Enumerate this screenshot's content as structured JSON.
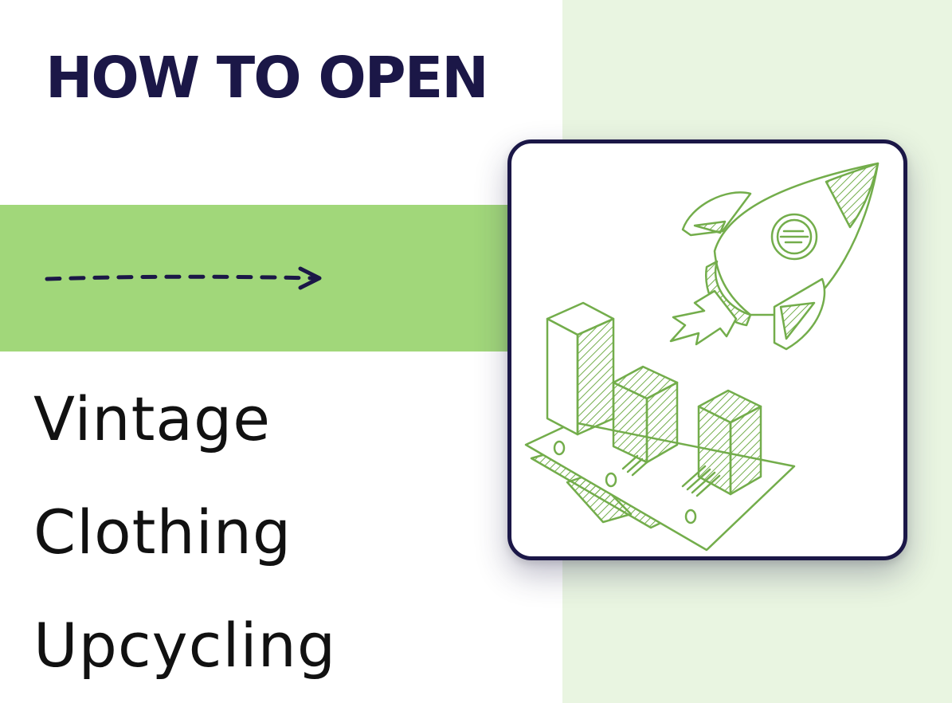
{
  "heading": "HOW TO OPEN",
  "title_lines": [
    "Vintage",
    "Clothing",
    "Upcycling"
  ],
  "illustration": {
    "name": "rocket-growth-chart-illustration",
    "icons": [
      "rocket-icon",
      "bar-chart-icon",
      "money-bills-icon"
    ]
  },
  "decoration": {
    "arrow": "dashed-arrow-right-icon"
  },
  "colors": {
    "navy": "#1b1747",
    "green": "#a1d77a",
    "light_green": "#e9f5e1",
    "sketch_green": "#73ad4b",
    "text": "#111111"
  }
}
